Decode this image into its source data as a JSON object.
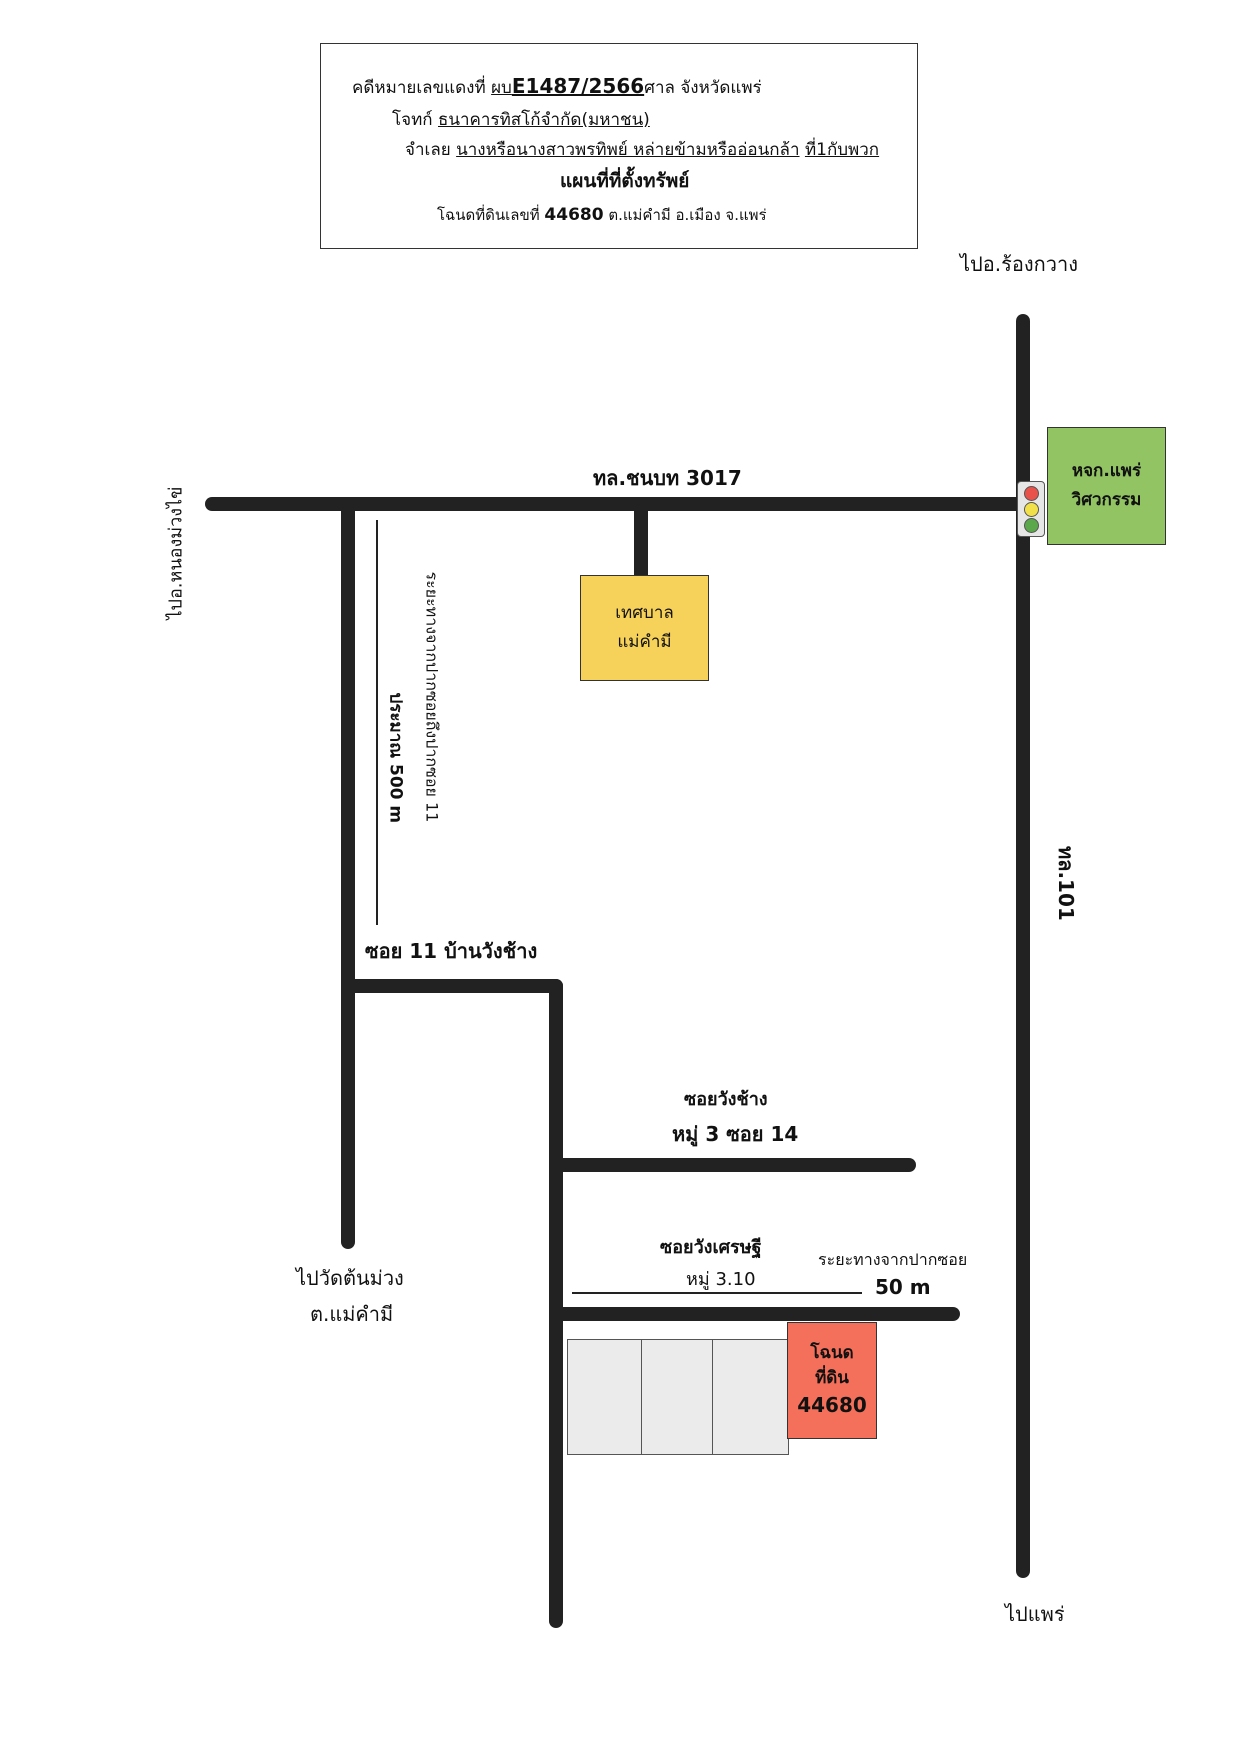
{
  "header": {
    "case_prefix": "คดีหมายเลขแดงที่",
    "case_prefix2": "ผบ",
    "case_number": "E1487/2566",
    "court": "ศาล จังหวัดแพร่",
    "plaintiff_prefix": "โจทก์",
    "plaintiff": "ธนาคารทิสโก้จำกัด(มหาชน)",
    "defendant_prefix": "จำเลย",
    "defendant": "นางหรือนางสาวพรทิพย์ หล่ายข้ามหรืออ่อนกล้า",
    "defendant_suffix": "ที่1กับพวก",
    "title": "แผนที่ที่ตั้งทรัพย์",
    "deed_prefix": "โฉนดที่ดินเลขที่",
    "deed_number": "44680",
    "deed_location": "ต.แม่คำมี อ.เมือง จ.แพร่"
  },
  "labels": {
    "to_rong_kwang": "ไปอ.ร้องกวาง",
    "to_phrae": "ไปแพร่",
    "to_nong_muang_khai": "ไปอ.หนองม่วงไข่",
    "road_3017": "ทล.ชนบท 3017",
    "road_101": "ทล.101",
    "soi_11": "ซอย 11 บ้านวังช้าง",
    "soi_wang_chang_1": "ซอยวังช้าง",
    "soi_wang_chang_2": "หมู่ 3 ซอย 14",
    "soi_wang_settee_1": "ซอยวังเศรษฐี",
    "soi_wang_settee_2": "หมู่ 3.10",
    "distance_soi_label": "ระยะทางจากปากซอย",
    "distance_soi_value": "50 m",
    "distance_11_line1": "ระยะทางจากปากซอยถึงปากซอย 11",
    "distance_11_line2": "ประมาณ 500 m",
    "to_wat_ton_muang_1": "ไปวัดต้นม่วง",
    "to_wat_ton_muang_2": "ต.แม่คำมี"
  },
  "landmarks": {
    "municipality": {
      "line1": "เทศบาล",
      "line2": "แม่คำมี",
      "color": "#f7d25a"
    },
    "company": {
      "line1": "หจก.แพร่",
      "line2": "วิศวกรรม",
      "color": "#93c464"
    },
    "deed": {
      "line1": "โฉนด",
      "line2": "ที่ดิน",
      "line3": "44680",
      "color": "#f5705a"
    }
  },
  "traffic_light": {
    "colors": [
      "#e8524a",
      "#f2e04a",
      "#5aa84a"
    ]
  }
}
